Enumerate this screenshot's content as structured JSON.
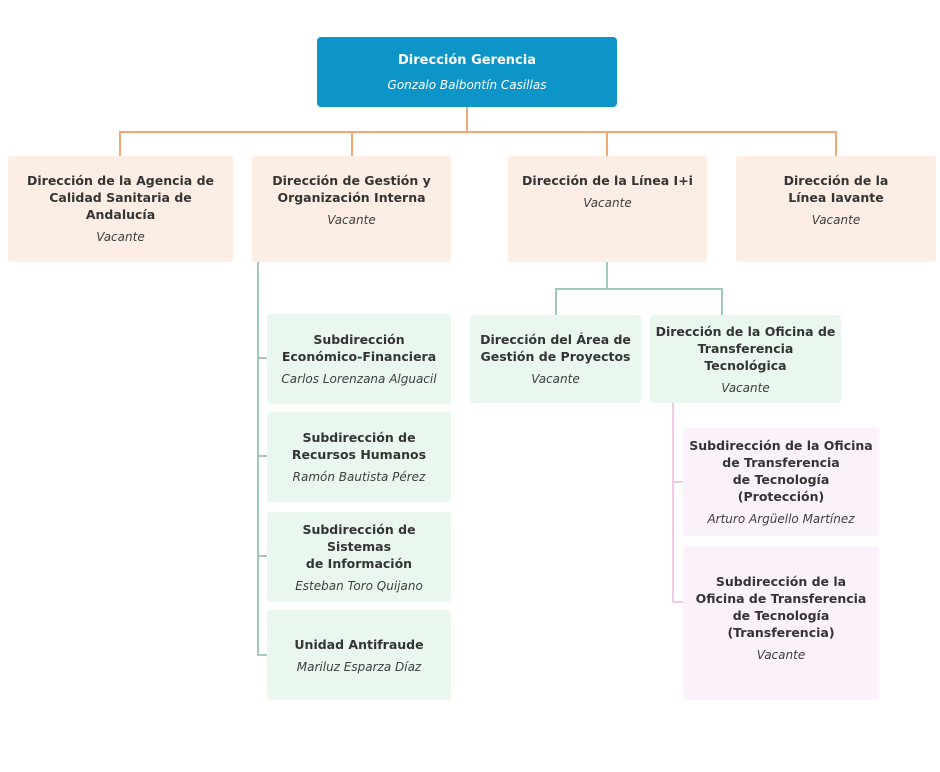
{
  "palette": {
    "root_fill": "#0e95c7",
    "root_text": "#ffffff",
    "level2_fill": "#fdeee5",
    "level3_fill": "#e9f7ef",
    "level4_fill": "#fbf1fb",
    "title_text": "#343434",
    "name_text": "#3f3f3f",
    "connector_orange": "#f4a772",
    "connector_green": "#a3cab8",
    "connector_pink": "#f3c8e5"
  },
  "org": {
    "title": "Dirección Gerencia",
    "name": "Gonzalo Balbontín Casillas",
    "children": [
      {
        "title": "Dirección de la Agencia de\nCalidad Sanitaria de Andalucía",
        "name": "Vacante",
        "children": []
      },
      {
        "title": "Dirección de Gestión y\nOrganización Interna",
        "name": "Vacante",
        "children": [
          {
            "title": "Subdirección\nEconómico-Financiera",
            "name": "Carlos Lorenzana Alguacil",
            "children": []
          },
          {
            "title": "Subdirección de\nRecursos Humanos",
            "name": "Ramón Bautista Pérez",
            "children": []
          },
          {
            "title": "Subdirección de Sistemas\nde Información",
            "name": "Esteban Toro Quijano",
            "children": []
          },
          {
            "title": "Unidad Antifraude",
            "name": "Mariluz Esparza Díaz",
            "children": []
          }
        ]
      },
      {
        "title": "Dirección de la Línea I+i",
        "name": "Vacante",
        "children": [
          {
            "title": "Dirección del Área de\nGestión de Proyectos",
            "name": "Vacante",
            "children": []
          },
          {
            "title": "Dirección de la Oficina de\nTransferencia Tecnológica",
            "name": "Vacante",
            "children": [
              {
                "title": "Subdirección de la Oficina\nde Transferencia\nde Tecnología\n(Protección)",
                "name": "Arturo Argüello Martínez",
                "children": []
              },
              {
                "title": "Subdirección de la\nOficina de Transferencia\nde Tecnología\n(Transferencia)",
                "name": "Vacante",
                "children": []
              }
            ]
          }
        ]
      },
      {
        "title": "Dirección de la\nLínea Iavante",
        "name": "Vacante",
        "children": []
      }
    ]
  }
}
